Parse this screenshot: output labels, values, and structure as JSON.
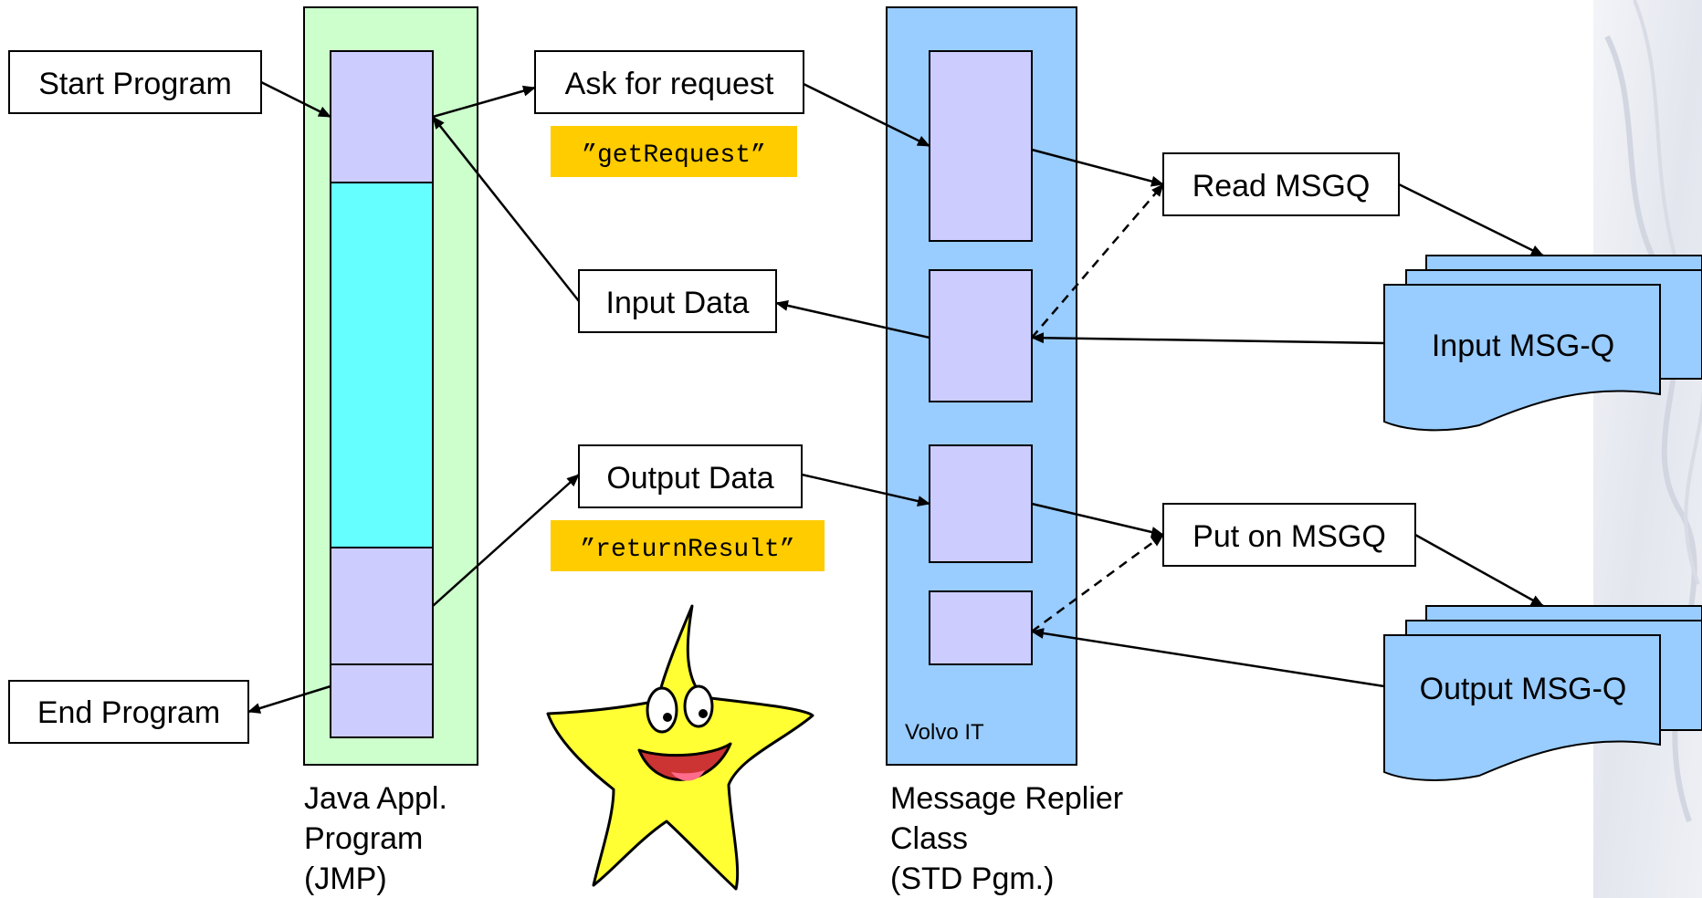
{
  "colors": {
    "java_column": "#ccffcc",
    "replier_column": "#99ccff",
    "segment": "#ccccff",
    "segment_active": "#66ffff",
    "method_tag": "#ffcc00",
    "queue": "#99ccff"
  },
  "boxes": {
    "start_program": "Start Program",
    "end_program": "End Program",
    "ask_for_request": "Ask for request",
    "input_data": "Input Data",
    "output_data": "Output Data",
    "read_msgq": "Read MSGQ",
    "put_on_msgq": "Put on MSGQ"
  },
  "method_tags": {
    "get_request": "”getRequest”",
    "return_result": "”returnResult”"
  },
  "queues": {
    "input": "Input MSG-Q",
    "output": "Output MSG-Q"
  },
  "columns": {
    "java": {
      "line1": "Java Appl.",
      "line2": "Program",
      "line3": "(JMP)"
    },
    "replier": {
      "line1": "Message Replier",
      "line2": "Class",
      "line3": "(STD Pgm.)",
      "inner_label": "Volvo IT"
    }
  },
  "icons": {
    "mascot": "cartoon-star-icon",
    "background": "marble-texture"
  }
}
